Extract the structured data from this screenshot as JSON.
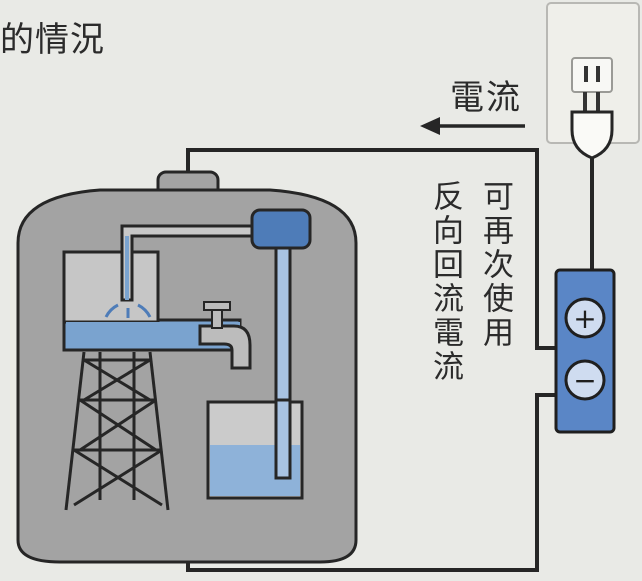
{
  "heading": "的情況",
  "current_label": "電流",
  "reverse_label_col1": "可再次使用",
  "reverse_label_col2": "反向回流電流",
  "battery": {
    "plus_symbol": "+",
    "minus_symbol": "−"
  },
  "colors": {
    "tank_body": "#a3a3a3",
    "tank_inner": "#c3c3c3",
    "water": "#7aa3cf",
    "water_dark": "#4e7cb8",
    "wire": "#262626",
    "battery": "#5a86c6",
    "outlet": "#efefea"
  }
}
